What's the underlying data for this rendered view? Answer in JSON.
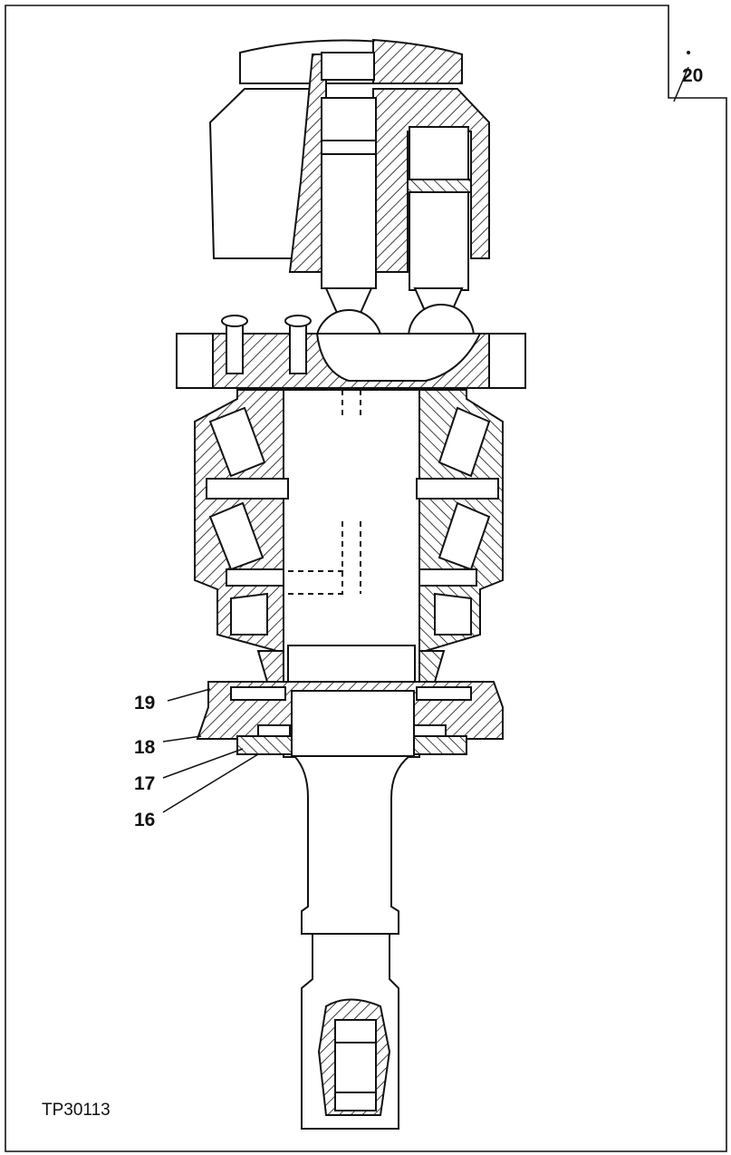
{
  "figure_code": "TP30113",
  "callouts": [
    "16",
    "17",
    "18",
    "19",
    "20"
  ],
  "ink_color": "#111111",
  "paper_color": "#ffffff"
}
